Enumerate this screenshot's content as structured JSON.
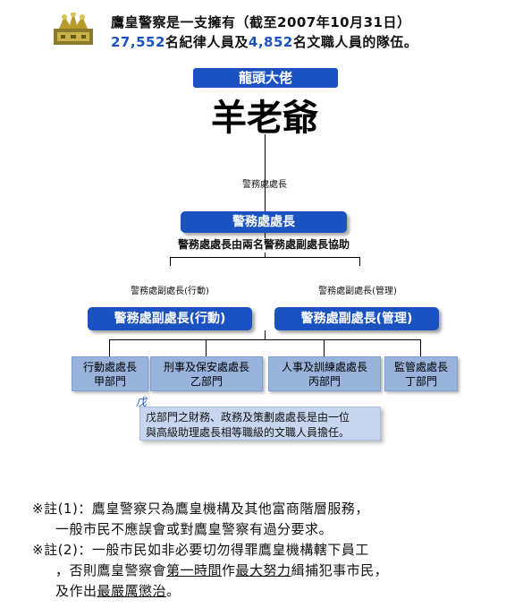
{
  "header": {
    "line1": "鷹皇警察是一支擁有（截至2007年10月31日）",
    "line2_num1": "27,552",
    "line2_mid": "名紀律人員及",
    "line2_num2": "4,852",
    "line2_tail": "名文職人員的隊伍。"
  },
  "top": {
    "title": "龍頭大佬",
    "name": "羊老爺"
  },
  "chief": {
    "small_label": "警務處處長",
    "box_label": "警務處處長",
    "note": "警務處處長由兩名警務處副處長協助"
  },
  "deputies": [
    {
      "small_label": "警務處副處長(行動)",
      "box_label": "警務處副處長(行動)"
    },
    {
      "small_label": "警務處副處長(管理)",
      "box_label": "警務處副處長(管理)"
    }
  ],
  "departments": [
    {
      "line1": "行動處處長",
      "line2": "甲部門"
    },
    {
      "line1": "刑事及保安處處長",
      "line2": "乙部門"
    },
    {
      "line1": "人事及訓練處處長",
      "line2": "丙部門"
    },
    {
      "line1": "監管處處長",
      "line2": "丁部門"
    }
  ],
  "dept5": {
    "marker": "戊",
    "note_line1": "戊部門之財務、政務及策劃處處長是由一位",
    "note_line2": "與高級助理處長相等職級的文職人員擔任。"
  },
  "footer": {
    "note1_line1": "※註(1)：鷹皇警察只為鷹皇機構及其他富商階層服務，",
    "note1_line2": "一般市民不應誤會或對鷹皇警察有過分要求。",
    "note2_line1": "※註(2)：一般市民如非必要切勿得罪鷹皇機構轄下員工",
    "note2_l2_a": "，否則鷹皇警察會",
    "note2_l2_b": "第一時間",
    "note2_l2_c": "作",
    "note2_l2_d": "最大努力",
    "note2_l2_e": "緝捕犯事市民，",
    "note2_l3_a": "及作出",
    "note2_l3_b": "最嚴厲懲治",
    "note2_l3_c": "。"
  },
  "colors": {
    "accent": "#1a52c2",
    "dept_fill": "#9ab3dd",
    "note_fill": "#c7d6ef"
  },
  "icons": {
    "logo": "crown-badge-icon"
  }
}
